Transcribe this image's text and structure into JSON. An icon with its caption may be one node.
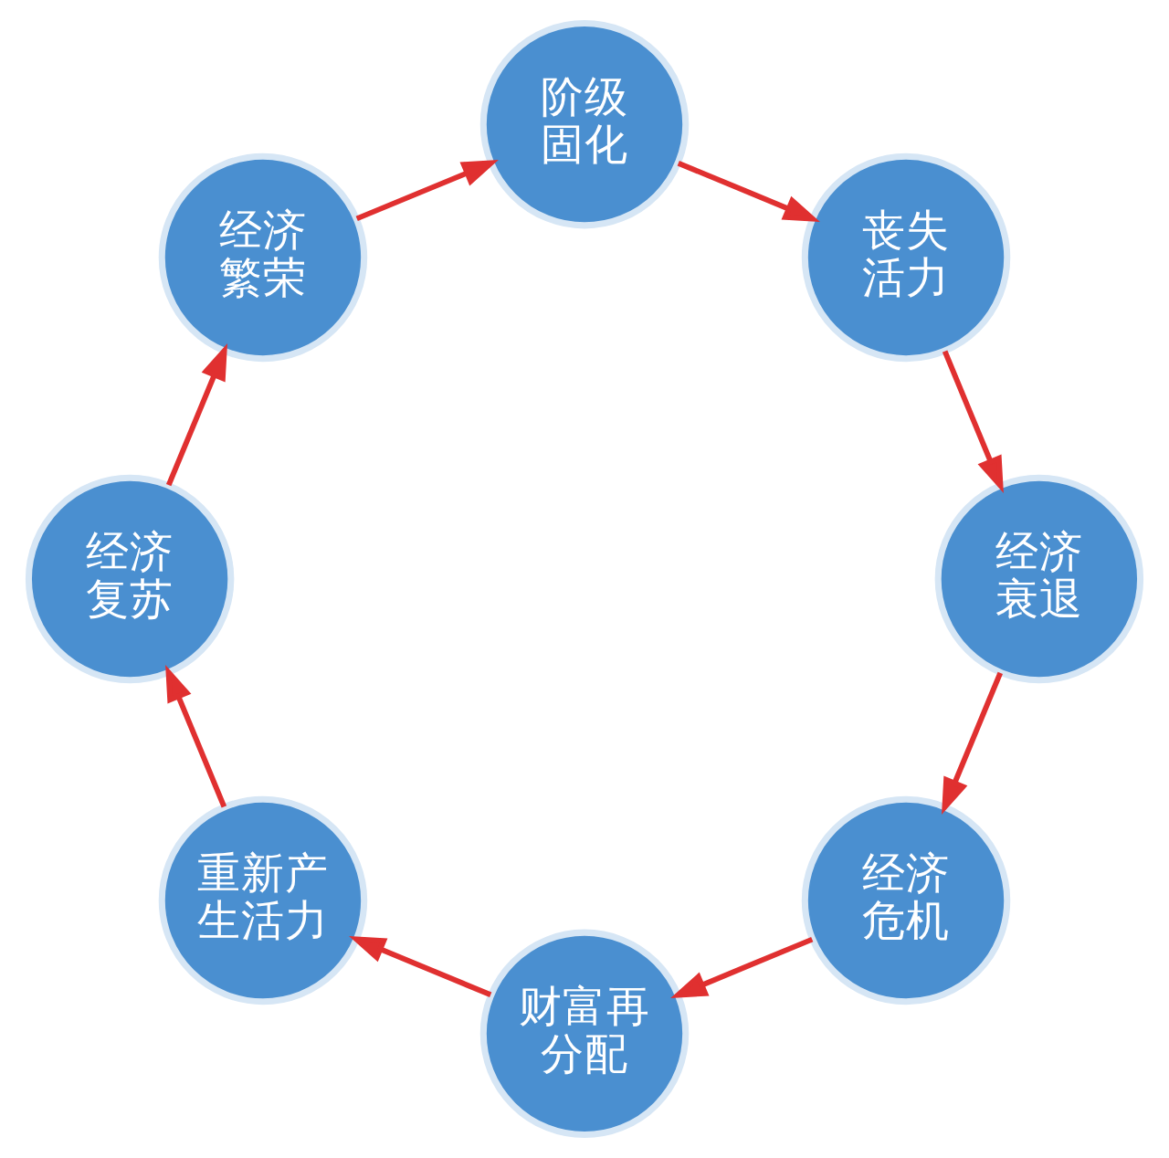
{
  "diagram": {
    "nodes": [
      {
        "text": [
          "经济危机"
        ]
      },
      {
        "text": [
          "财富再分配"
        ]
      },
      {
        "text": [
          "重新产生活力"
        ]
      },
      {
        "text": [
          "经济复苏"
        ]
      },
      {
        "text": [
          "经济繁荣"
        ]
      },
      {
        "text": [
          "阶级固化"
        ]
      },
      {
        "text": [
          "丧失活力"
        ]
      },
      {
        "text": [
          "经济衰退"
        ]
      }
    ],
    "edges": [
      {
        "from": 0,
        "to": 1,
        "arrow": "to"
      },
      {
        "from": 1,
        "to": 2,
        "arrow": "to"
      },
      {
        "from": 2,
        "to": 3,
        "arrow": "to"
      },
      {
        "from": 3,
        "to": 4,
        "arrow": "to"
      },
      {
        "from": 4,
        "to": 5,
        "arrow": "to"
      },
      {
        "from": 5,
        "to": 6,
        "arrow": "to"
      },
      {
        "from": 6,
        "to": 7,
        "arrow": "to"
      },
      {
        "from": 7,
        "to": 0,
        "arrow": "to"
      }
    ]
  }
}
